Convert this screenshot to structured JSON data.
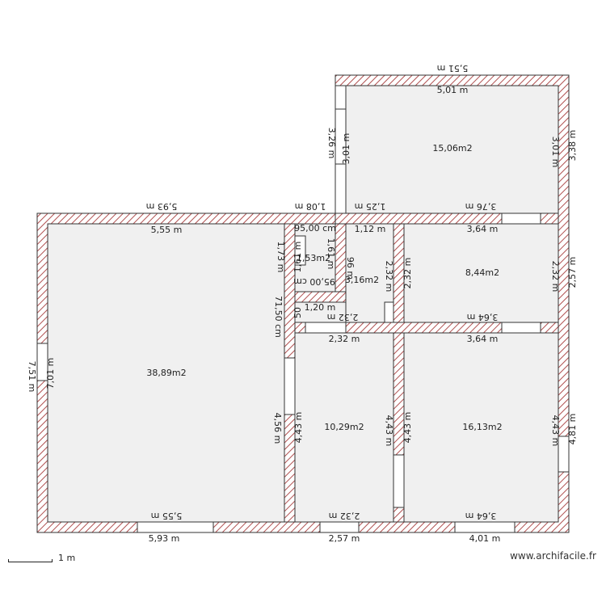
{
  "watermark": "www.archifacile.fr",
  "scale_label": "1 m",
  "colors": {
    "wall": "#333333",
    "hatch": "#b05050",
    "floor": "#f0f0f0",
    "opening": "#ffffff"
  },
  "rooms": {
    "living": "38,89m2",
    "upper": "15,06m2",
    "closet": "1,53m2",
    "bath": "3,16m2",
    "mid_right": "8,44m2",
    "center": "10,29m2",
    "bottom_right": "16,13m2"
  },
  "dims": {
    "d01": "5,51 m",
    "d02": "5,01 m",
    "d03": "3,26 m",
    "d04": "3,01 m",
    "d05": "3,01 m",
    "d06": "3,38 m",
    "d07": "5,93 m",
    "d08": "5,55 m",
    "d09": "1,08 m",
    "d10": "1,25 m",
    "d11": "3,76 m",
    "d12": "1,12 m",
    "d13": "3,64 m",
    "d14": "95,00 cm",
    "d15": "1,73 m",
    "d16": "1,61 m",
    "d17": "1,61 m",
    "d18": "96 m",
    "d19": "2,32 m",
    "d20": "2,32 m",
    "d21": "2,32 m",
    "d22": "2,57 m",
    "d23": "95,00 cm",
    "d24": "71,50 cm",
    "d25": "1,20 m",
    "d26": "2,32 m",
    "d27": "3,64 m",
    "d28": "50",
    "d29": "2,32 m",
    "d30": "3,64 m",
    "d31": "7,51 m",
    "d32": "7,01 m",
    "d33": "4,56 m",
    "d34": "4,43 m",
    "d35": "4,43 m",
    "d36": "4,43 m",
    "d37": "4,43 m",
    "d38": "4,81 m",
    "d39": "5,55 m",
    "d40": "2,32 m",
    "d41": "3,64 m",
    "d42": "5,93 m",
    "d43": "2,57 m",
    "d44": "4,01 m"
  }
}
